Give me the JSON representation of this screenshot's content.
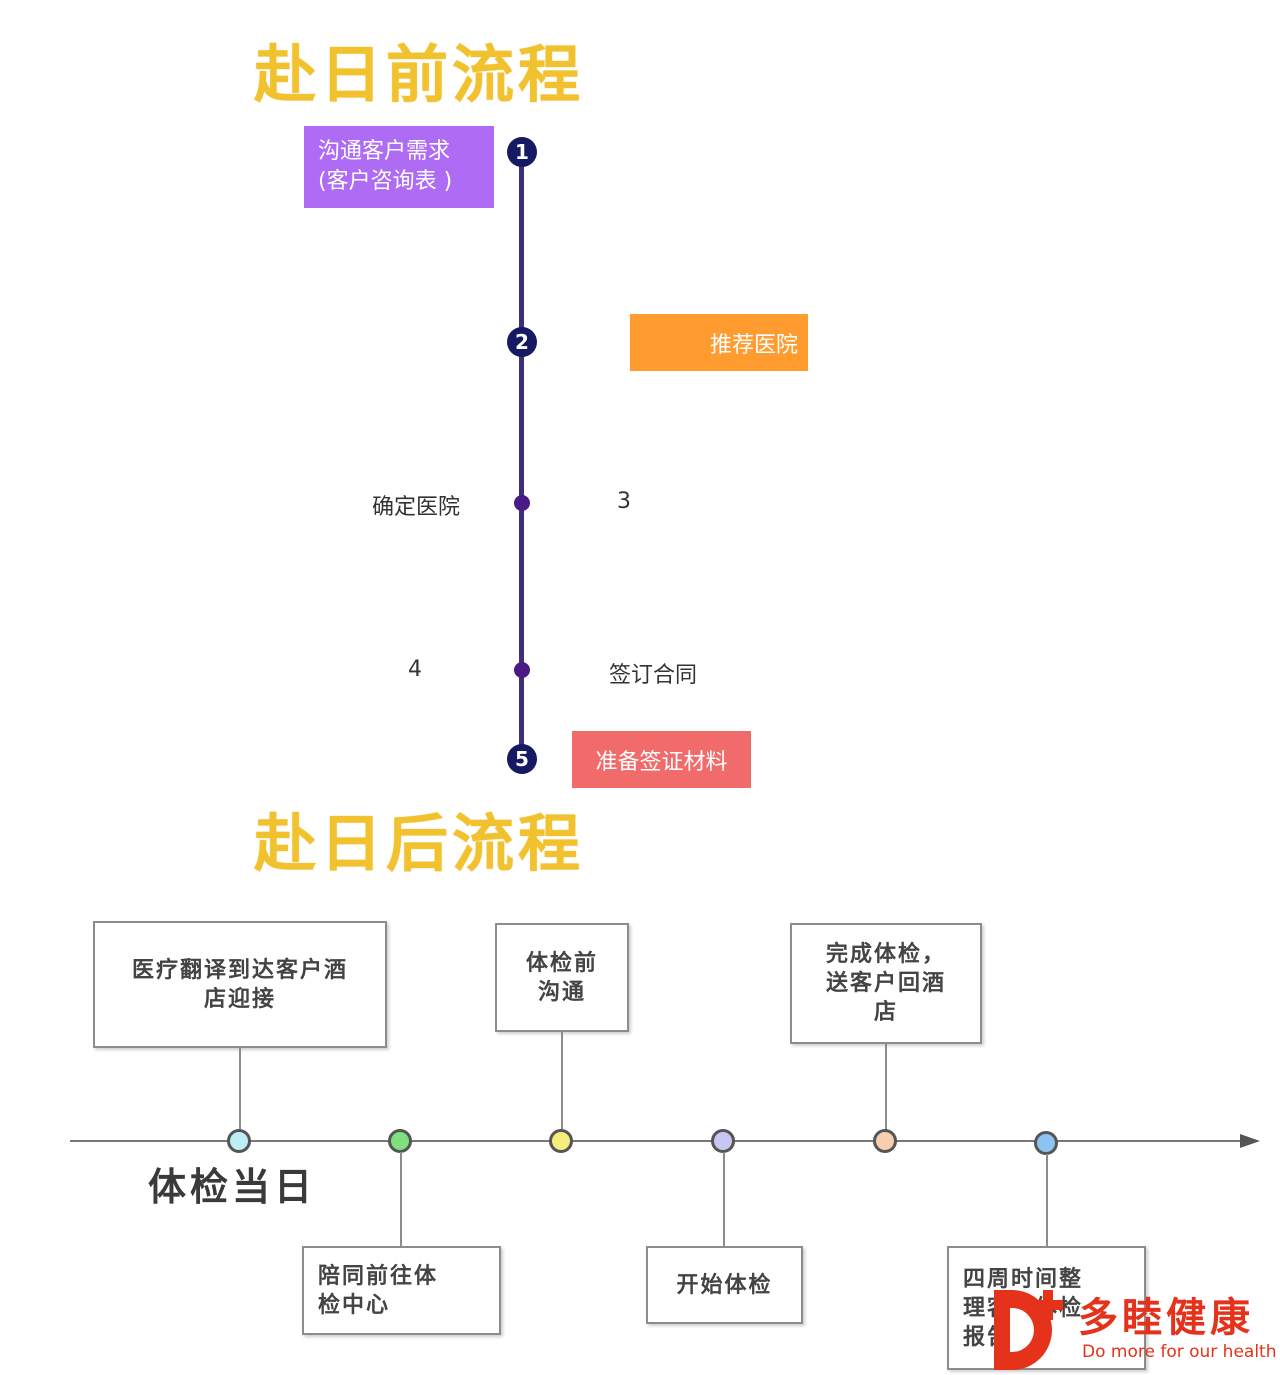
{
  "pre": {
    "title": "赴日前流程",
    "steps": [
      {
        "num": "1",
        "label_line1": "沟通客户需求",
        "label_line2": "(客户咨询表 )",
        "color": "#ae6cf5"
      },
      {
        "num": "2",
        "label": "推荐医院",
        "color": "#ff9b2f"
      },
      {
        "num": "3",
        "label": "确定医院"
      },
      {
        "num": "4",
        "label": "签订合同"
      },
      {
        "num": "5",
        "label": "准备签证材料",
        "color": "#f26b6b"
      }
    ],
    "line_color": "#3f2f7a",
    "node_color": "#151a63"
  },
  "post": {
    "title": "赴日后流程",
    "day_label": "体检当日",
    "events": [
      {
        "line1": "医疗翻译到达客户酒",
        "line2": "店迎接",
        "color": "#bdeef3"
      },
      {
        "line1": "陪同前往体",
        "line2": "检中心",
        "color": "#7ee07e"
      },
      {
        "line1": "体检前",
        "line2": "沟通",
        "color": "#f4ef7a"
      },
      {
        "line1": "开始体检",
        "color": "#c8c6f2"
      },
      {
        "line1": "完成体检，",
        "line2": "送客户回酒",
        "line3": "店",
        "color": "#f6cfae"
      },
      {
        "line1": "四周时间整",
        "line2": "理客户体检",
        "line3": "报告",
        "color": "#8ec3f2"
      }
    ]
  },
  "title_color": "#f2c22e",
  "logo": {
    "cn": "多睦健康",
    "en": "Do more for our health",
    "color": "#e5321b"
  }
}
